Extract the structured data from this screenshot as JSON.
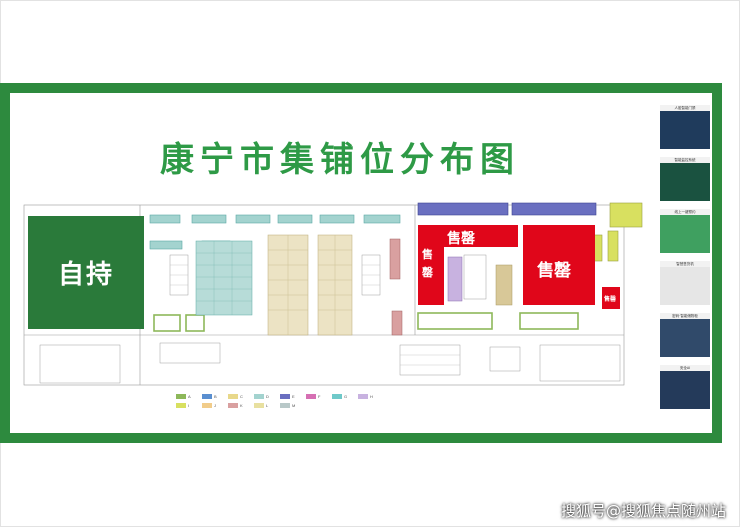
{
  "title": "康宁市集铺位分布图",
  "self_hold_label": "自持",
  "sold_labels": {
    "big_left": "售罄",
    "left_vertical": "售罄",
    "big_right": "售罄",
    "small_right": "售罄"
  },
  "legend": [
    {
      "label": "A",
      "color": "#8db85a"
    },
    {
      "label": "B",
      "color": "#5a8fd0"
    },
    {
      "label": "C",
      "color": "#e8d88a"
    },
    {
      "label": "D",
      "color": "#a3d3cf"
    },
    {
      "label": "E",
      "color": "#6a6fc0"
    },
    {
      "label": "F",
      "color": "#d66fb3"
    },
    {
      "label": "G",
      "color": "#6fc9c9"
    },
    {
      "label": "H",
      "color": "#c8b2e0"
    },
    {
      "label": "I",
      "color": "#d8e060"
    },
    {
      "label": "J",
      "color": "#f1cc8a"
    },
    {
      "label": "K",
      "color": "#d9a0a0"
    },
    {
      "label": "L",
      "color": "#e8e0a0"
    },
    {
      "label": "M",
      "color": "#b8c8c8"
    }
  ],
  "sidebar": [
    {
      "label": "人脸智能门禁",
      "color": "#1f3b5c"
    },
    {
      "label": "智能监控系统",
      "color": "#1a5240"
    },
    {
      "label": "线上一键预约",
      "color": "#3fa060"
    },
    {
      "label": "智慧售货机",
      "color": "#e6e6e6"
    },
    {
      "label": "密码·智能储物柜",
      "color": "#304a6a"
    },
    {
      "label": "安全AI",
      "color": "#243a5a"
    }
  ],
  "watermark": "搜狐号@搜狐焦点随州站",
  "colors": {
    "frame_green": "#2d8a3e",
    "title_green": "#2e9a46",
    "self_hold_green": "#2a7a3a",
    "sold_red": "#e0061a"
  }
}
